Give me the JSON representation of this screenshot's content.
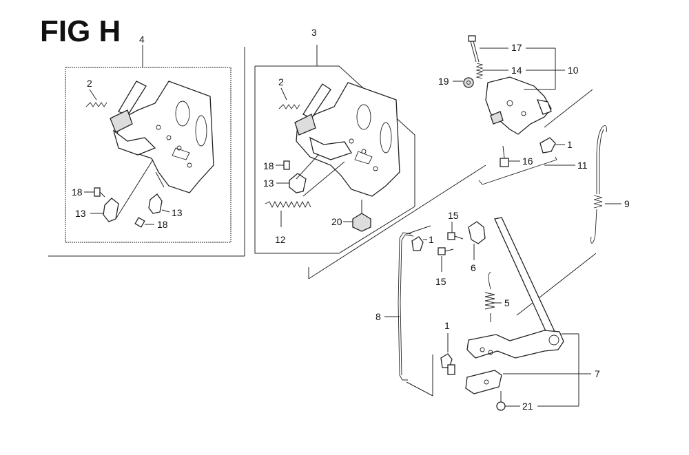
{
  "figure": {
    "title": "FIG H"
  },
  "callouts": {
    "c4": "4",
    "c2a": "2",
    "c18a": "18",
    "c13a": "13",
    "c13b": "13",
    "c18b": "18",
    "c3": "3",
    "c2b": "2",
    "c18c": "18",
    "c13c": "13",
    "c12": "12",
    "c20": "20",
    "c17": "17",
    "c14": "14",
    "c10": "10",
    "c19": "19",
    "c1a": "1",
    "c16": "16",
    "c11": "11",
    "c9": "9",
    "c15a": "15",
    "c1b": "1",
    "c6": "6",
    "c15b": "15",
    "c5": "5",
    "c8": "8",
    "c1c": "1",
    "c7": "7",
    "c21": "21"
  }
}
